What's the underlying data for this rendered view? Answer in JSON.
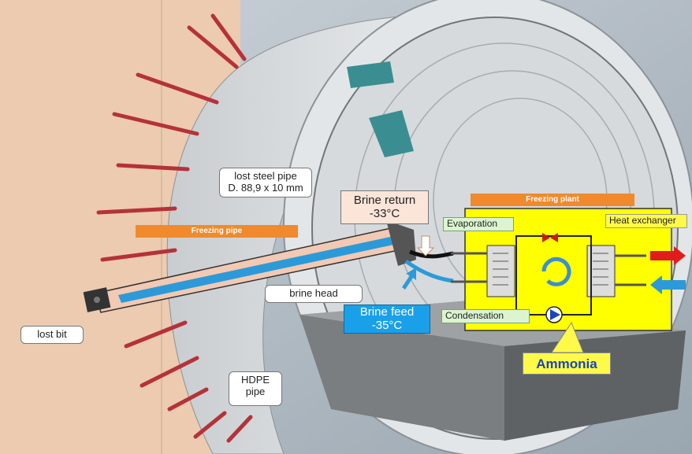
{
  "labels": {
    "lost_steel_pipe": "lost steel pipe",
    "lost_steel_pipe_dim": "D. 88,9 x 10 mm",
    "freezing_pipe": "Freezing pipe",
    "brine_return": "Brine return",
    "brine_return_temp": "-33°C",
    "brine_head": "brine head",
    "brine_feed": "Brine feed",
    "brine_feed_temp": "-35°C",
    "lost_bit": "lost bit",
    "hdpe_pipe": "HDPE pipe",
    "freezing_plant": "Freezing plant",
    "evaporation": "Evaporation",
    "heat_exchanger": "Heat exchanger",
    "condensation": "Condensation",
    "ammonia": "Ammonia"
  },
  "colors": {
    "soil": "#eccbb0",
    "tunnel_lining": "#dfe2e4",
    "freezing_rods": "#b5323a",
    "brine_pipe": "#2c9ad8",
    "plant_yellow": "#ffff00",
    "orange_bar": "#f08a2c",
    "brine_feed_box": "#1aa0e8"
  }
}
